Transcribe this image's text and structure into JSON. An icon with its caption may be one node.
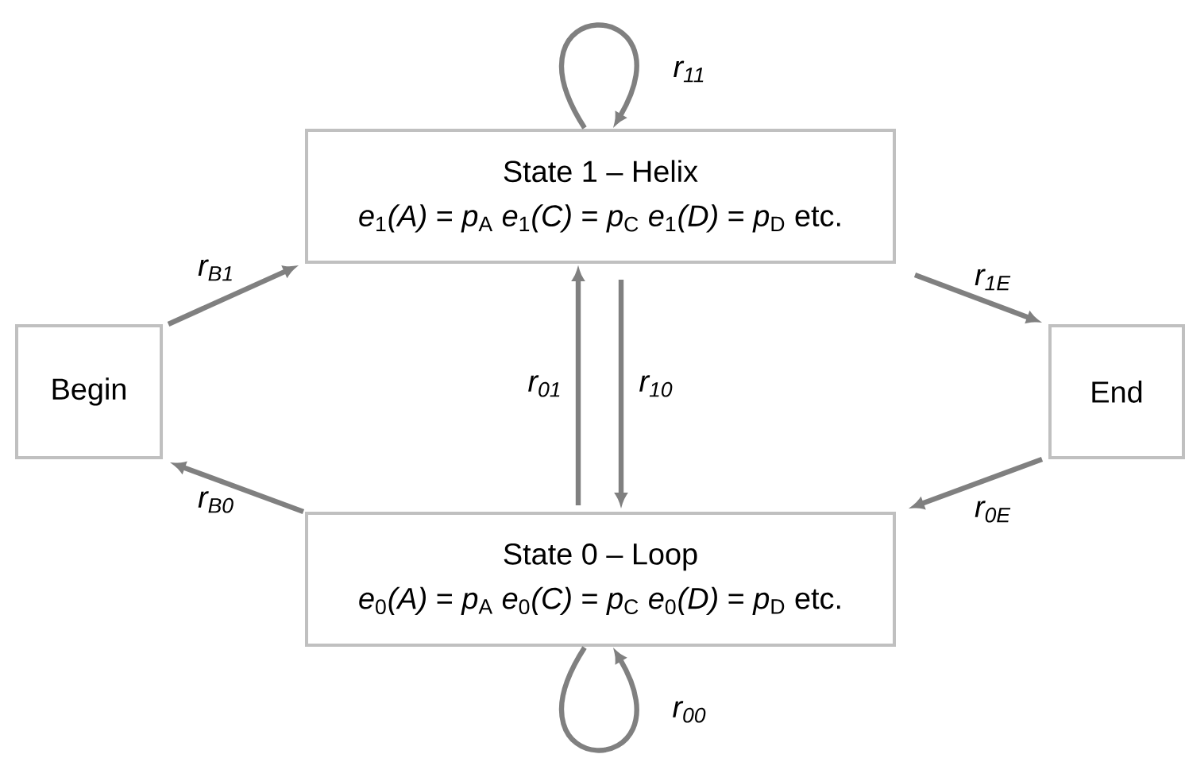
{
  "diagram": {
    "nodes": [
      {
        "text": [
          "Begin"
        ]
      },
      {
        "text": [
          "State 1 – Helix",
          "*e*$_{1}$*(A)* = *p*$_{A}$ *e*$_{1}$*(C)* = *p*$_{C}$ *e*$_{1}$*(D)* = *p*$_{D}$ etc."
        ]
      },
      {
        "text": [
          "State 0 – Loop",
          "*e*$_{0}$*(A)* = *p*$_{A}$ *e*$_{0}$*(C)* = *p*$_{C}$ *e*$_{0}$*(D)* = *p*$_{D}$ etc."
        ]
      },
      {
        "text": [
          "End"
        ]
      }
    ],
    "edges": [
      {
        "from": 0,
        "to": 1,
        "arrow": "to",
        "label": "r$_{B1}$"
      },
      {
        "from": 1,
        "to": 3,
        "arrow": "to",
        "label": "r$_{1E}$"
      },
      {
        "from": 3,
        "to": 2,
        "arrow": "to",
        "label": "r$_{0E}$"
      },
      {
        "from": 2,
        "to": 0,
        "arrow": "to",
        "label": "r$_{B0}$"
      },
      {
        "from": 2,
        "to": 1,
        "arrow": "to",
        "label": "r$_{01}$"
      },
      {
        "from": 1,
        "to": 2,
        "arrow": "to",
        "label": "r$_{10}$"
      },
      {
        "from": 1,
        "to": 1,
        "arrow": "to",
        "label": "r$_{11}$"
      },
      {
        "from": 2,
        "to": 2,
        "arrow": "to",
        "label": "r$_{00}$"
      }
    ]
  }
}
